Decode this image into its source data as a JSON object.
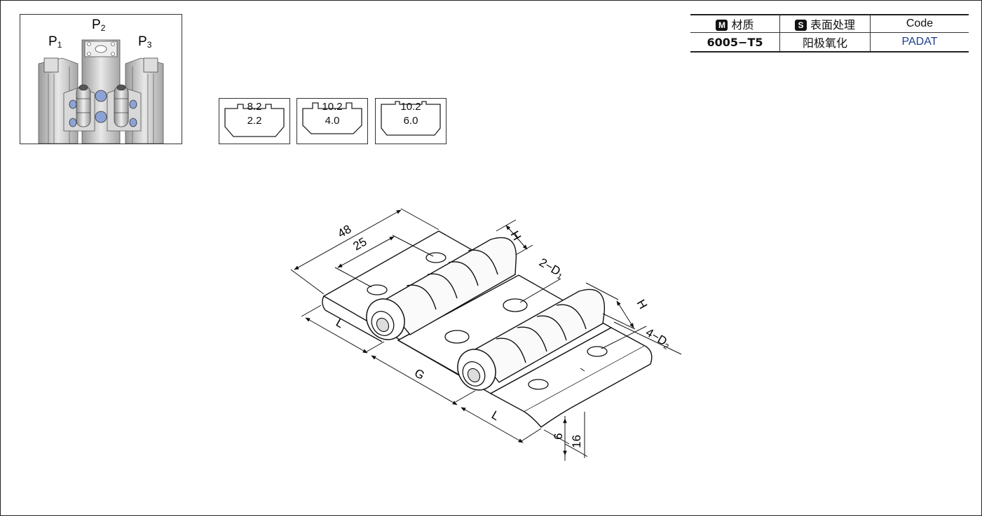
{
  "thumbnail": {
    "labels": [
      {
        "main": "P",
        "sub": "1"
      },
      {
        "main": "P",
        "sub": "2"
      },
      {
        "main": "P",
        "sub": "3"
      }
    ]
  },
  "slots": [
    {
      "top": "8.2",
      "bottom": "2.2"
    },
    {
      "top": "10.2",
      "bottom": "4.0"
    },
    {
      "top": "10.2",
      "bottom": "6.0"
    }
  ],
  "spec_table": {
    "material_badge": "M",
    "material_header": "材质",
    "surface_badge": "S",
    "surface_header": "表面处理",
    "code_header": "Code",
    "material_value": "6005−T5",
    "surface_value": "阳极氧化",
    "code_value": "PADAT",
    "code_color": "#1e3f8f"
  },
  "dimensions": {
    "length": "48",
    "hole_offset": "25",
    "height_left": "H",
    "height_right": "H",
    "hole_d1": {
      "main": "2−D",
      "sub": "1"
    },
    "hole_d2": {
      "main": "4−D",
      "sub": "2"
    },
    "l_left": "L",
    "gap": "G",
    "l_right": "L",
    "thickness": "6",
    "total_height": "16"
  }
}
